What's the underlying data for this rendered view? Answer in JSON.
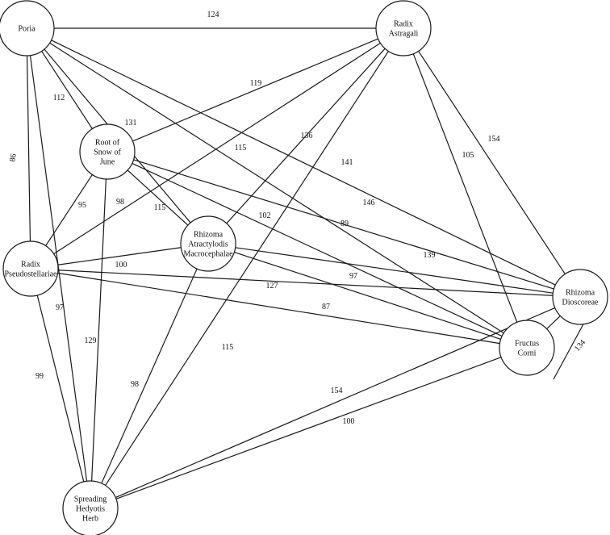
{
  "diagram": {
    "nodes": [
      {
        "id": "poria",
        "lines": [
          "Poria"
        ]
      },
      {
        "id": "radix-astragali",
        "lines": [
          "Radix",
          "Astragali"
        ]
      },
      {
        "id": "root-of-snow-of-june",
        "lines": [
          "Root of",
          "Snow of",
          "June"
        ]
      },
      {
        "id": "radix-pseudostellariae",
        "lines": [
          "Radix",
          "Pseudostellariae"
        ]
      },
      {
        "id": "rhizoma-atractylodis",
        "lines": [
          "Rhizoma",
          "Atractylodis",
          "Macrocephalae"
        ]
      },
      {
        "id": "rhizoma-dioscoreae",
        "lines": [
          "Rhizoma",
          "Dioscoreae"
        ]
      },
      {
        "id": "fructus-corni",
        "lines": [
          "Fructus",
          "Corni"
        ]
      },
      {
        "id": "spreading-hedyotis-herb",
        "lines": [
          "Spreading",
          "Hedyotis",
          "Herb"
        ]
      }
    ],
    "edges": [
      {
        "from": "poria",
        "to": "radix-astragali",
        "label": "124"
      },
      {
        "from": "poria",
        "to": "root-of-snow-of-june",
        "label": "112"
      },
      {
        "from": "poria",
        "to": "radix-pseudostellariae",
        "label": "86"
      },
      {
        "from": "poria",
        "to": "rhizoma-atractylodis",
        "label": "131"
      },
      {
        "from": "poria",
        "to": "fructus-corni",
        "label": "115"
      },
      {
        "from": "poria",
        "to": "rhizoma-dioscoreae",
        "label": "141"
      },
      {
        "from": "poria",
        "to": "spreading-hedyotis-herb",
        "label": "97"
      },
      {
        "from": "radix-astragali",
        "to": "root-of-snow-of-june",
        "label": "119"
      },
      {
        "from": "radix-astragali",
        "to": "radix-pseudostellariae",
        "label": "98"
      },
      {
        "from": "radix-astragali",
        "to": "rhizoma-atractylodis",
        "label": "136"
      },
      {
        "from": "radix-astragali",
        "to": "spreading-hedyotis-herb",
        "label": "115"
      },
      {
        "from": "radix-astragali",
        "to": "fructus-corni",
        "label": "105"
      },
      {
        "from": "radix-astragali",
        "to": "rhizoma-dioscoreae",
        "label": "154"
      },
      {
        "from": "root-of-snow-of-june",
        "to": "radix-pseudostellariae",
        "label": "95"
      },
      {
        "from": "root-of-snow-of-june",
        "to": "rhizoma-atractylodis",
        "label": "115"
      },
      {
        "from": "root-of-snow-of-june",
        "to": "fructus-corni",
        "label": "102"
      },
      {
        "from": "root-of-snow-of-june",
        "to": "rhizoma-dioscoreae",
        "label": "146"
      },
      {
        "from": "root-of-snow-of-june",
        "to": "spreading-hedyotis-herb",
        "label": "129"
      },
      {
        "from": "radix-pseudostellariae",
        "to": "rhizoma-atractylodis",
        "label": "100"
      },
      {
        "from": "radix-pseudostellariae",
        "to": "rhizoma-dioscoreae",
        "label": "127"
      },
      {
        "from": "radix-pseudostellariae",
        "to": "fructus-corni",
        "label": "87"
      },
      {
        "from": "radix-pseudostellariae",
        "to": "spreading-hedyotis-herb",
        "label": "99"
      },
      {
        "from": "rhizoma-atractylodis",
        "to": "rhizoma-dioscoreae",
        "label": "139"
      },
      {
        "from": "rhizoma-atractylodis",
        "to": "fructus-corni",
        "label": "97"
      },
      {
        "from": "rhizoma-atractylodis",
        "to": "spreading-hedyotis-herb",
        "label": "98"
      },
      {
        "from": "rhizoma-dioscoreae",
        "to": "fructus-corni",
        "label": "89"
      },
      {
        "from": "rhizoma-dioscoreae",
        "to": "spreading-hedyotis-herb",
        "label": "154"
      },
      {
        "from": "fructus-corni",
        "to": "spreading-hedyotis-herb",
        "label": "100"
      },
      {
        "from": "rhizoma-dioscoreae",
        "to": "fructus-corni",
        "label": "134"
      }
    ]
  }
}
